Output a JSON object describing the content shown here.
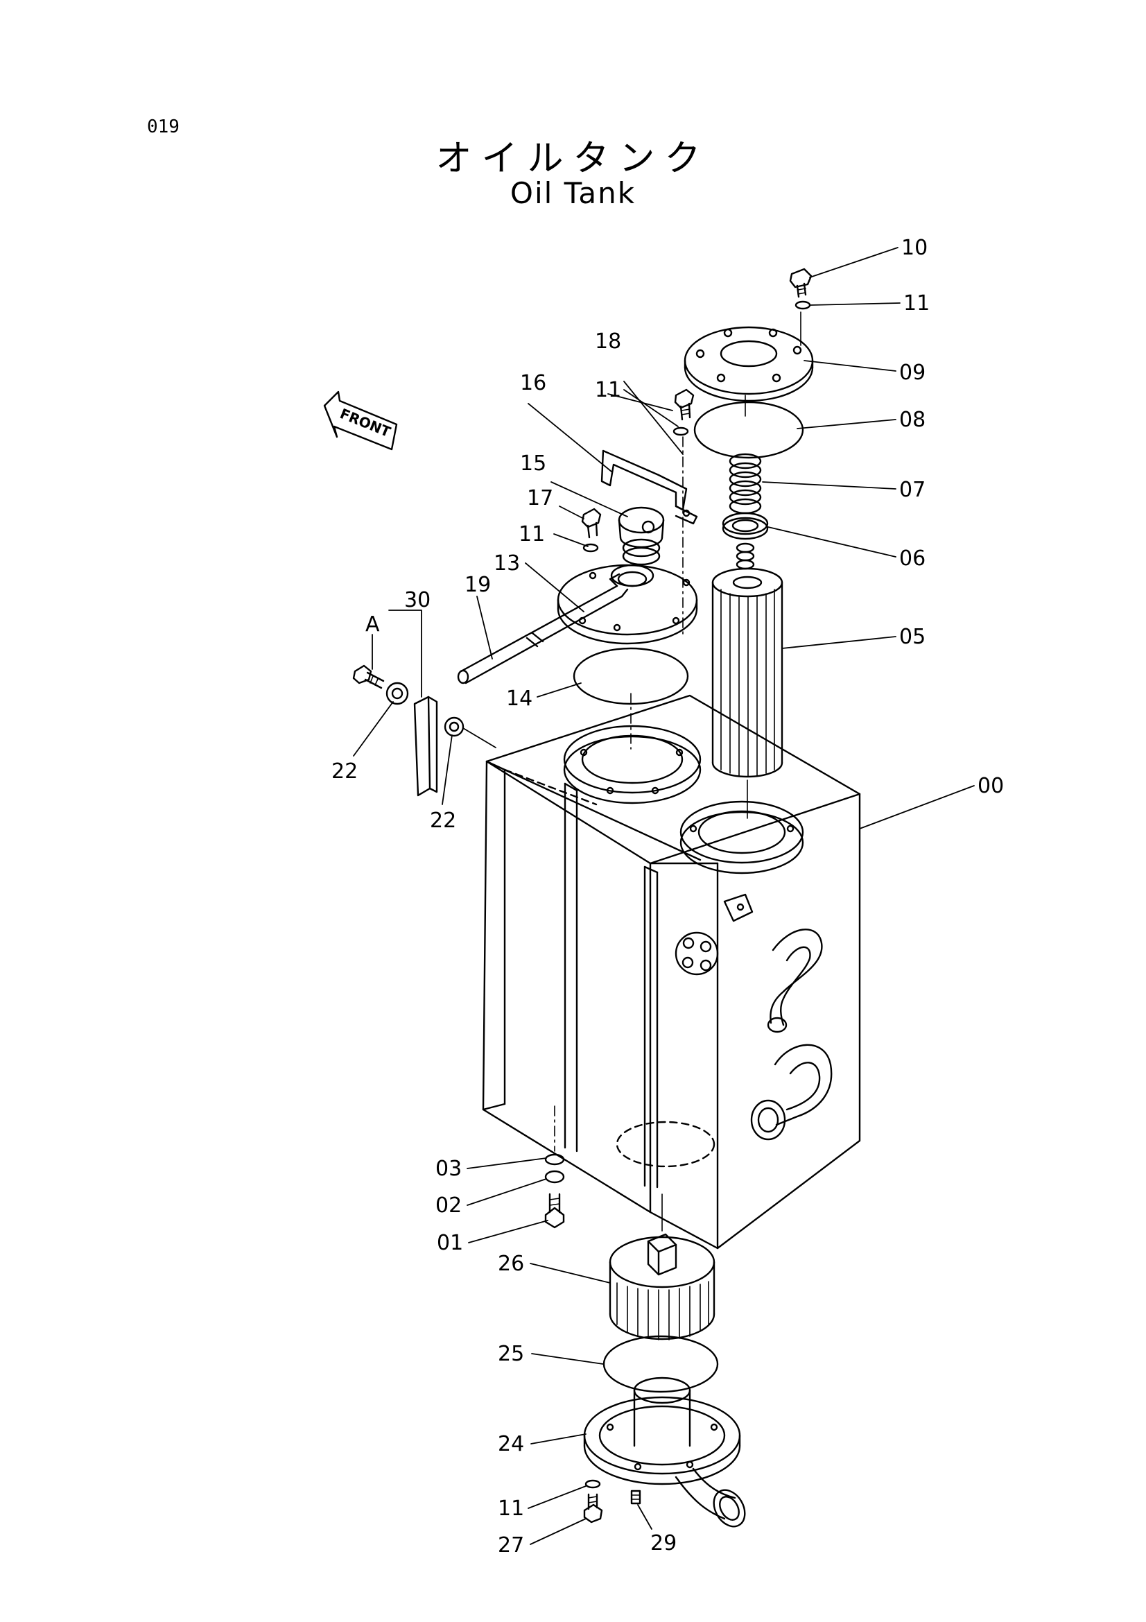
{
  "page_number": "019",
  "title_jp": "オイルタンク",
  "title_en": "Oil Tank",
  "front_label": "FRONT",
  "callouts": {
    "c00": "00",
    "c01": "01",
    "c02": "02",
    "c03": "03",
    "c05": "05",
    "c06": "06",
    "c07": "07",
    "c08": "08",
    "c09": "09",
    "c10": "10",
    "c11a": "11",
    "c11b": "11",
    "c11c": "11",
    "c11d": "11",
    "c13": "13",
    "c14": "14",
    "c15": "15",
    "c16": "16",
    "c17": "17",
    "c18": "18",
    "c19": "19",
    "c22a": "22",
    "c22b": "22",
    "c24": "24",
    "c25": "25",
    "c26": "26",
    "c27": "27",
    "c29": "29",
    "c30": "30",
    "cA": "A"
  }
}
